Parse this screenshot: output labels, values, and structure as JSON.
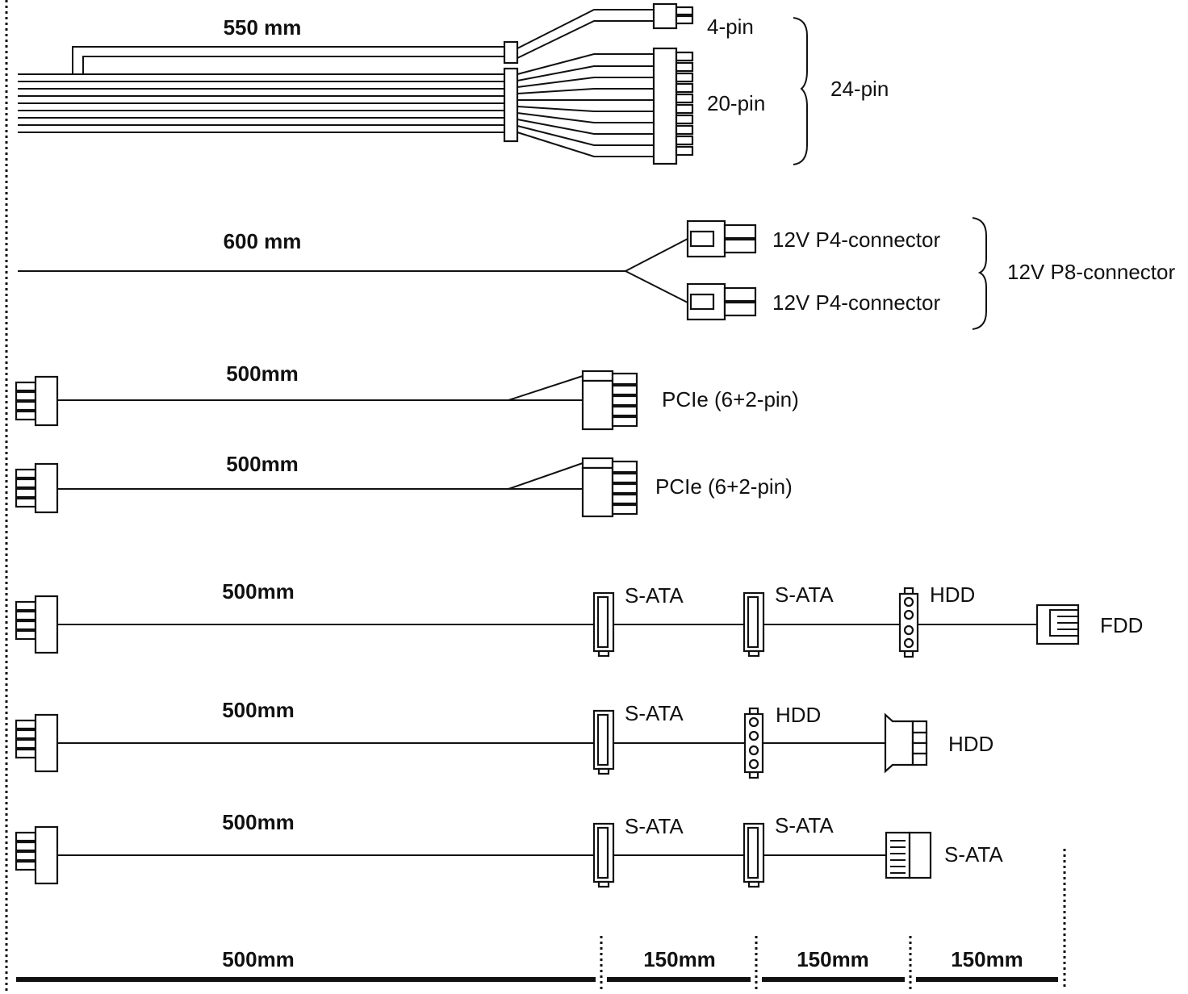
{
  "colors": {
    "line": "#111111",
    "background": "#ffffff"
  },
  "cable_24pin": {
    "length": "550 mm",
    "label_4pin": "4-pin",
    "label_20pin": "20-pin",
    "label_group": "24-pin"
  },
  "cable_cpu": {
    "length": "600 mm",
    "label_p4_a": "12V P4-connector",
    "label_p4_b": "12V P4-connector",
    "label_group": "12V P8-connector"
  },
  "cable_pcie_1": {
    "length": "500mm",
    "label": "PCIe (6+2-pin)"
  },
  "cable_pcie_2": {
    "length": "500mm",
    "label": "PCIe (6+2-pin)"
  },
  "cable_sata_1": {
    "length": "500mm",
    "conn1": "S-ATA",
    "conn2": "S-ATA",
    "conn3": "HDD",
    "conn4": "FDD"
  },
  "cable_sata_2": {
    "length": "500mm",
    "conn1": "S-ATA",
    "conn2": "HDD",
    "conn3": "HDD"
  },
  "cable_sata_3": {
    "length": "500mm",
    "conn1": "S-ATA",
    "conn2": "S-ATA",
    "conn3": "S-ATA"
  },
  "scale": {
    "seg1": "500mm",
    "seg2": "150mm",
    "seg3": "150mm",
    "seg4": "150mm"
  }
}
